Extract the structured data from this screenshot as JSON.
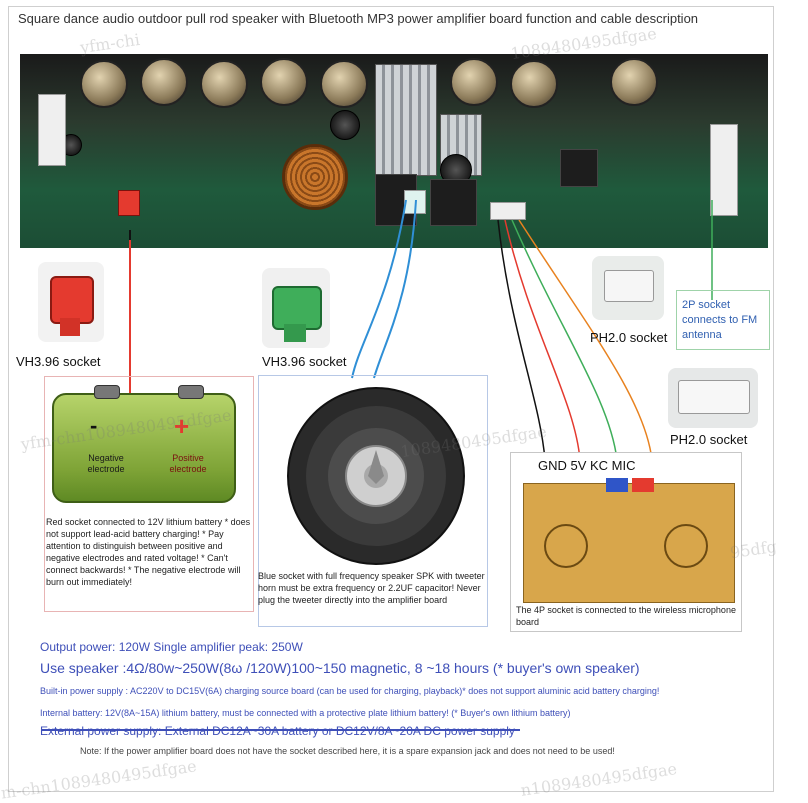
{
  "title": "Square dance audio outdoor pull rod speaker with Bluetooth MP3 power amplifier board function and cable description",
  "sockets": {
    "vh396_left": "VH3.96 socket",
    "vh396_right": "VH3.96 socket",
    "ph20_top": "PH2.0 socket",
    "ph20_bottom": "PH2.0 socket",
    "fm_antenna": "2P socket connects to FM antenna"
  },
  "battery": {
    "negative_label": "Negative electrode",
    "positive_label": "Positive electrode",
    "minus_sign": "-",
    "plus_sign": "+"
  },
  "notes": {
    "red_socket": "Red socket connected to 12V lithium battery * does not support lead-acid battery charging! * Pay attention to distinguish between positive and negative electrodes and rated voltage! * Can't connect backwards! * The negative electrode will burn out immediately!",
    "blue_socket": "Blue socket with full frequency speaker SPK with tweeter horn must be extra frequency or 2.2UF capacitor! Never plug the tweeter directly into the amplifier board",
    "mic_header": "GND 5V KC MIC",
    "mic_socket": "The 4P socket is connected to the wireless microphone board"
  },
  "specs": [
    "Output power: 120W Single amplifier peak: 250W",
    "Use speaker :4Ω/80w~250W(8ω /120W)100~150 magnetic, 8 ~18 hours (* buyer's own speaker)",
    "Built-in power supply : AC220V to DC15V(6A) charging source board (can be used for charging, playback)* does not support aluminic acid battery charging!",
    "Internal battery: 12V(8A~15A) lithium battery, must be connected with a protective plate lithium battery! (* Buyer's own lithium battery)",
    "External power supply: External DC12A~30A battery or DC12V/8A~20A DC power supply",
    "Note: If the power amplifier board does not have the socket described here, it is a spare expansion jack and does not need to be used!"
  ],
  "watermarks": [
    "yfm-chi",
    "1089480495dfgae",
    "yfm-chn1089480495dfgae",
    "1089480495dfgae",
    "95dfg",
    "m-chn1089480495dfgae",
    "n1089480495dfgae"
  ],
  "colors": {
    "spec_text": "#3e4fb8",
    "red_wire": "#e43a2f",
    "blue_wire": "#2f8fd6",
    "green_frame": "#3fae5a",
    "pcb": "#1f5a3c"
  }
}
